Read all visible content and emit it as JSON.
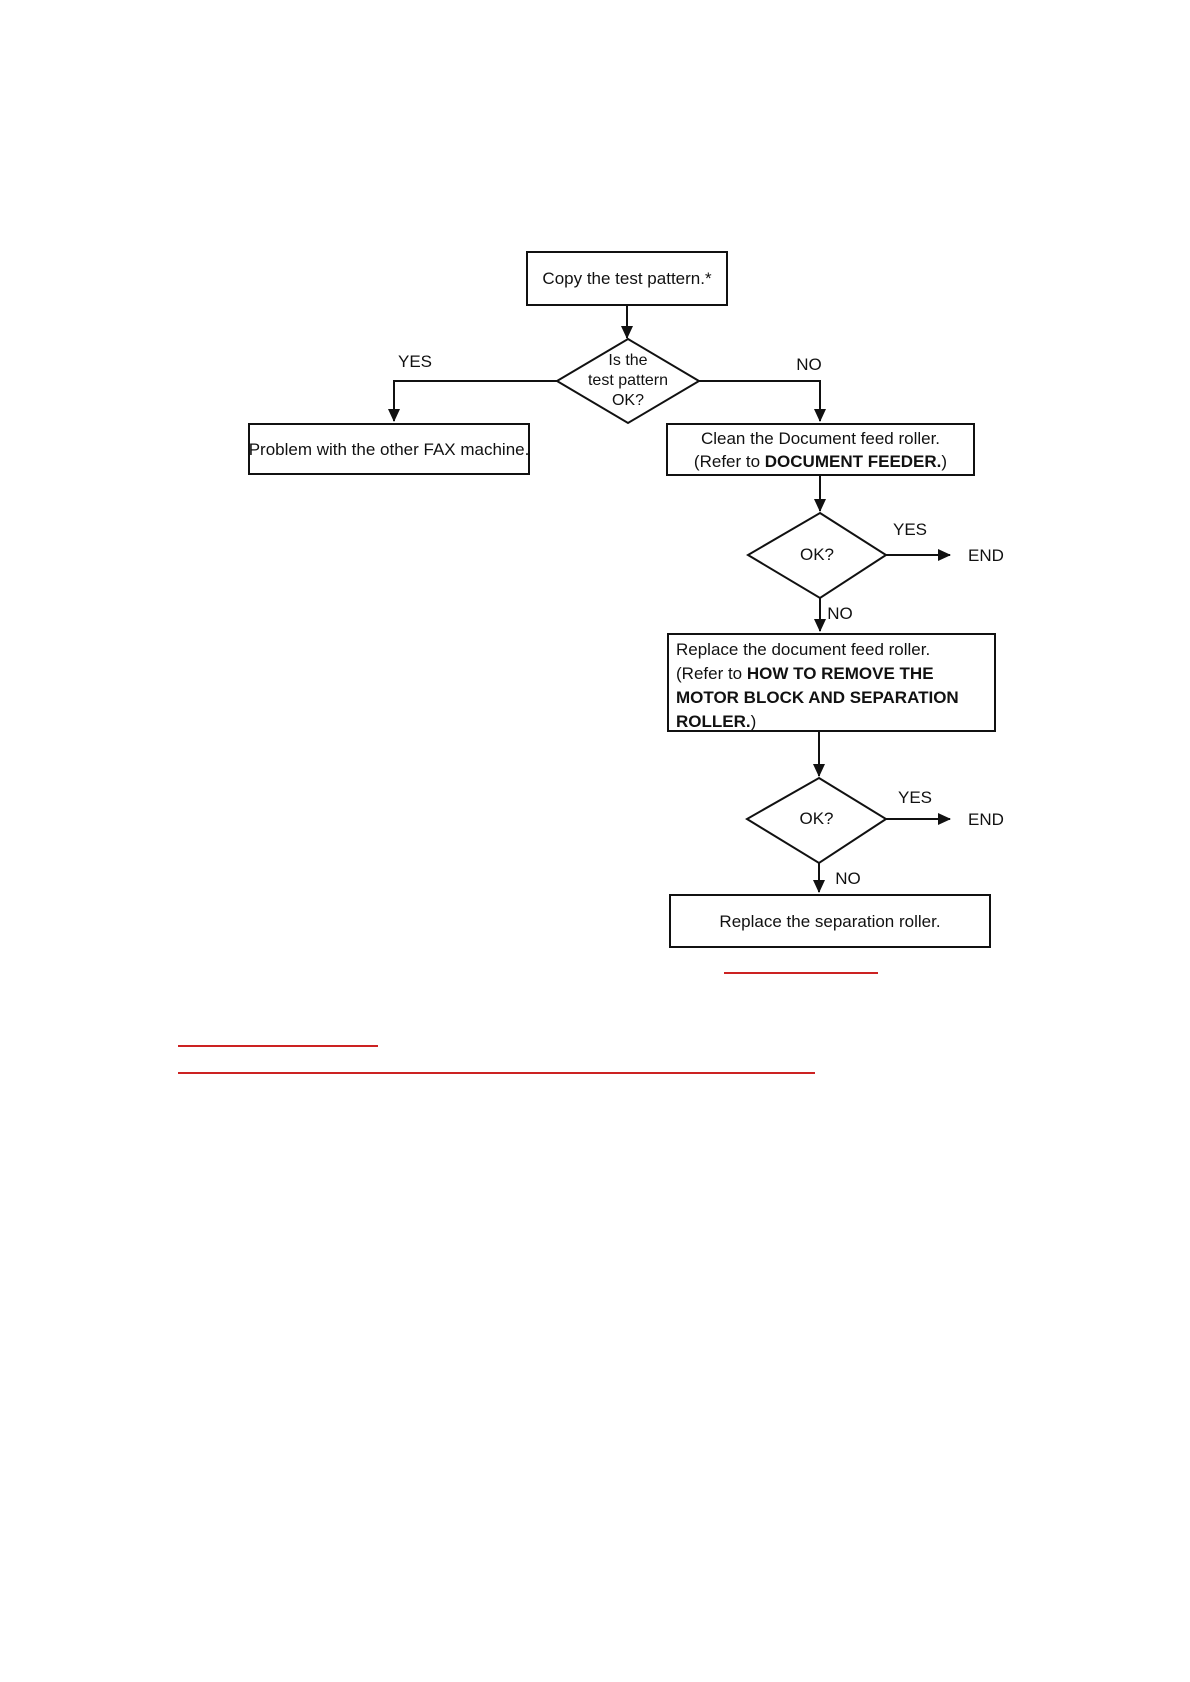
{
  "colors": {
    "line": "#111111",
    "link_underline": "#cc2222",
    "background": "#ffffff"
  },
  "flowchart": {
    "start_box": {
      "label": "Copy the test pattern.*"
    },
    "decision_test_pattern": {
      "line1": "Is the",
      "line2": "test pattern",
      "line3": "OK?"
    },
    "branch_labels": {
      "yes": "YES",
      "no": "NO",
      "end": "END"
    },
    "problem_box": {
      "label": "Problem with the other FAX machine."
    },
    "clean_box": {
      "line1": "Clean the Document feed roller.",
      "line2_prefix": "(Refer to ",
      "line2_bold": "DOCUMENT FEEDER.",
      "line2_suffix": ")"
    },
    "decision_ok_1": {
      "label": "OK?"
    },
    "replace_feed_box": {
      "line1": "Replace the document feed roller.",
      "line2_prefix": "(Refer to ",
      "line2_bold": "HOW TO REMOVE THE",
      "line3_bold": "MOTOR BLOCK AND SEPARATION",
      "line4_bold": "ROLLER.",
      "line4_suffix": ")"
    },
    "decision_ok_2": {
      "label": "OK?"
    },
    "separation_box": {
      "label": "Replace the separation roller."
    }
  }
}
